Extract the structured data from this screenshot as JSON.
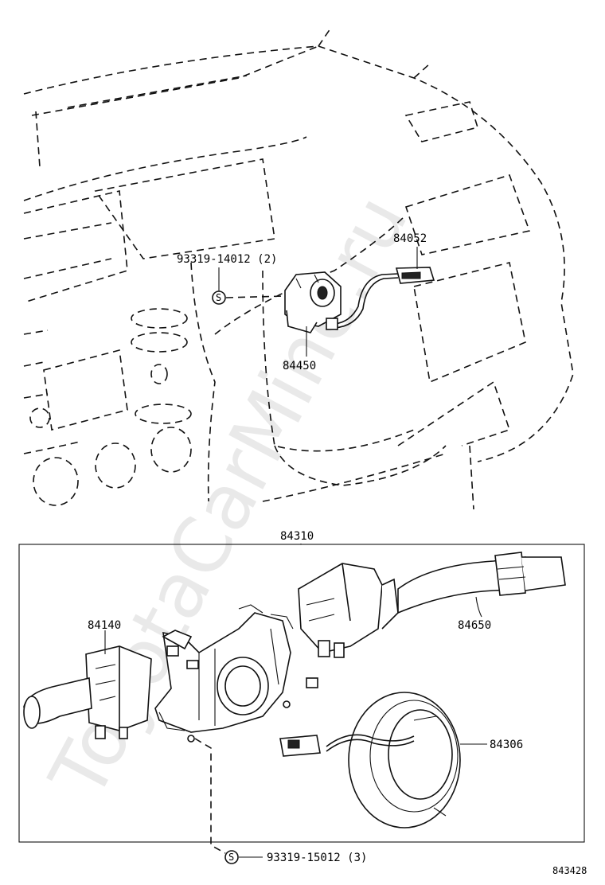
{
  "watermark": "ToyotaCarMine.ru",
  "diagram_id": "843428",
  "upper_parts": {
    "ignition_switch": "84450",
    "connector": "84052",
    "screw": "93319-14012 (2)",
    "screw_symbol": "S"
  },
  "lower_group": {
    "assembly": "84310",
    "left_switch": "84140",
    "right_switch": "84650",
    "spiral_cable": "84306",
    "screw": "93319-15012 (3)",
    "screw_symbol": "S"
  }
}
